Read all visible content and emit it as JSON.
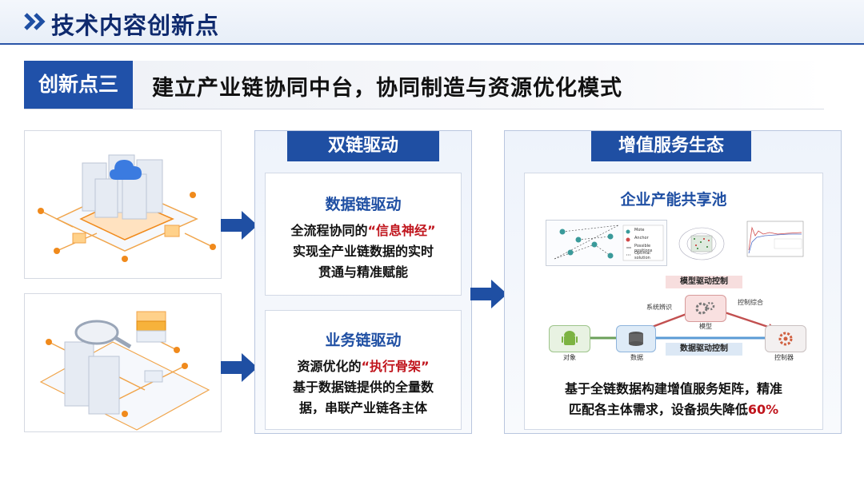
{
  "header": {
    "title": "技术内容创新点"
  },
  "subtitle": {
    "badge": "创新点三",
    "text": "建立产业链协同中台，协同制造与资源优化模式"
  },
  "dual_chain": {
    "title": "双链驱动",
    "data_chain": {
      "title": "数据链驱动",
      "line1_prefix": "全流程协同的",
      "line1_highlight": "“信息神经”",
      "line2": "实现全产业链数据的实时",
      "line3": "贯通与精准赋能"
    },
    "business_chain": {
      "title": "业务链驱动",
      "line1_prefix": "资源优化的",
      "line1_highlight": "“执行骨架”",
      "line2": "基于数据链提供的全量数",
      "line3": "据，串联产业链各主体"
    }
  },
  "ecosystem": {
    "title": "增值服务生态",
    "pool_title": "企业产能共享池",
    "diagram": {
      "model_control": "模型驱动控制",
      "data_control": "数据驱动控制",
      "object": "对象",
      "data": "数据",
      "model": "模型",
      "controller": "控制器",
      "system_id": "系统辨识",
      "control_synthesis": "控制综合",
      "legend1": "Mote",
      "legend2": "Anchor",
      "legend3": "Possible positions",
      "legend4": "Optimal solution"
    },
    "bottom_line1": "基于全链数据构建增值服务矩阵，精准",
    "bottom_line2_prefix": "匹配各主体需求，设备损失降低",
    "bottom_line2_highlight": "60%"
  },
  "colors": {
    "brand_blue": "#1f4fa3",
    "highlight_red": "#c0141c",
    "accent_orange": "#f08a1c"
  }
}
